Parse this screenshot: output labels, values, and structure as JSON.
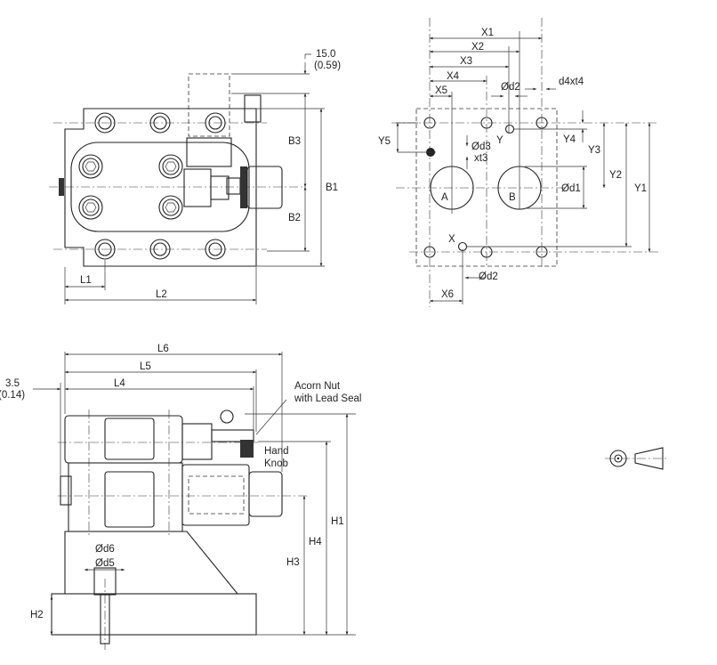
{
  "top_view": {
    "labels": {
      "b1": "B1",
      "b2": "B2",
      "b3": "B3",
      "l1": "L1",
      "l2": "L2",
      "offset_mm": "15.0",
      "offset_in": "(0.59)"
    }
  },
  "port_view": {
    "labels": {
      "x1": "X1",
      "x2": "X2",
      "x3": "X3",
      "x4": "X4",
      "x5": "X5",
      "x6": "X6",
      "y1": "Y1",
      "y2": "Y2",
      "y3": "Y3",
      "y4": "Y4",
      "y5": "Y5",
      "d1": "Ød1",
      "d2_top": "Ød2",
      "d2_bottom": "Ød2",
      "d3": "Ød3",
      "t3": "xt3",
      "d4t4": "d4xt4",
      "port_a": "A",
      "port_b": "B",
      "port_x": "X",
      "port_y": "Y"
    }
  },
  "side_view": {
    "labels": {
      "l4": "L4",
      "l5": "L5",
      "l6": "L6",
      "h1": "H1",
      "h2": "H2",
      "h3": "H3",
      "h4": "H4",
      "d5": "Ød5",
      "d6": "Ød6",
      "offset_mm": "3.5",
      "offset_in": "(0.14)",
      "acorn_line1": "Acorn Nut",
      "acorn_line2": "with Lead Seal",
      "knob_line1": "Hand",
      "knob_line2": "Knob"
    }
  }
}
